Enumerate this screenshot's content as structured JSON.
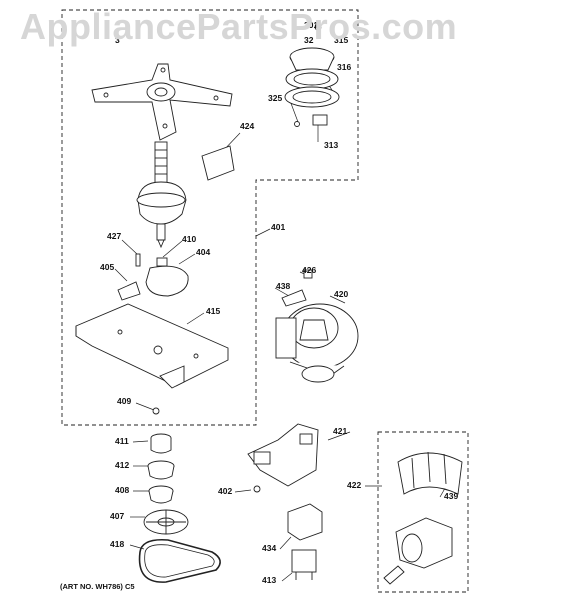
{
  "watermark": "AppliancePartsPros.com",
  "art_number": "(ART NO. WH786) C5",
  "callouts": [
    {
      "id": "301",
      "label": "301"
    },
    {
      "id": "32",
      "label": "32"
    },
    {
      "id": "315",
      "label": "315"
    },
    {
      "id": "316",
      "label": "316"
    },
    {
      "id": "325",
      "label": "325"
    },
    {
      "id": "313",
      "label": "313"
    },
    {
      "id": "3",
      "label": "3"
    },
    {
      "id": "424",
      "label": "424"
    },
    {
      "id": "401",
      "label": "401"
    },
    {
      "id": "427",
      "label": "427"
    },
    {
      "id": "410",
      "label": "410"
    },
    {
      "id": "404",
      "label": "404"
    },
    {
      "id": "405",
      "label": "405"
    },
    {
      "id": "426",
      "label": "426"
    },
    {
      "id": "438",
      "label": "438"
    },
    {
      "id": "420",
      "label": "420"
    },
    {
      "id": "415",
      "label": "415"
    },
    {
      "id": "409",
      "label": "409"
    },
    {
      "id": "411",
      "label": "411"
    },
    {
      "id": "421",
      "label": "421"
    },
    {
      "id": "412",
      "label": "412"
    },
    {
      "id": "422",
      "label": "422"
    },
    {
      "id": "408",
      "label": "408"
    },
    {
      "id": "402",
      "label": "402"
    },
    {
      "id": "439",
      "label": "439"
    },
    {
      "id": "407",
      "label": "407"
    },
    {
      "id": "434",
      "label": "434"
    },
    {
      "id": "418",
      "label": "418"
    },
    {
      "id": "413",
      "label": "413"
    }
  ]
}
